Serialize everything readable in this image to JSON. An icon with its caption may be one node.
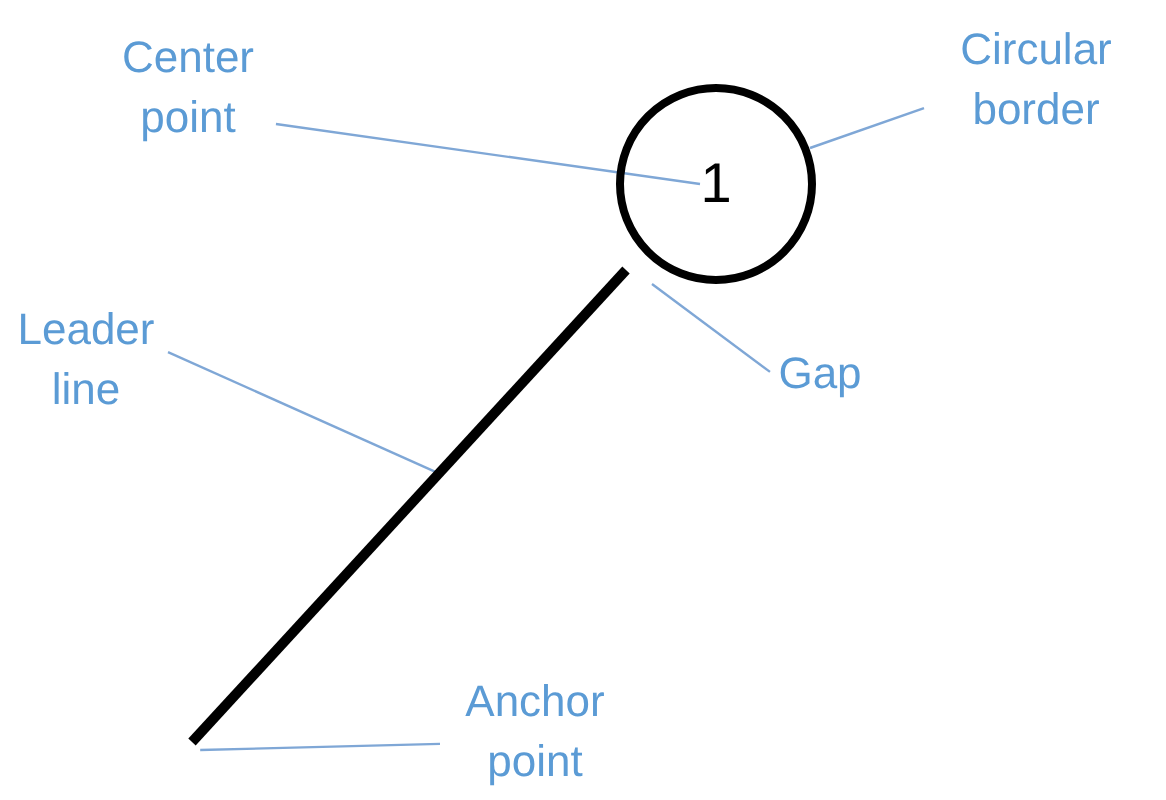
{
  "diagram": {
    "nodes": [
      {
        "text": [
          "Center point"
        ]
      },
      {
        "text": [
          "Circular border"
        ]
      },
      {
        "text": [
          "Leader line"
        ]
      },
      {
        "text": [
          "Gap"
        ]
      },
      {
        "text": [
          "Anchor point"
        ]
      },
      {
        "text": [
          "1"
        ]
      },
      {
        "text": [],
        "shape": "line"
      }
    ],
    "edges": [
      {
        "from": 0,
        "to": 5,
        "arrow": "none"
      },
      {
        "from": 1,
        "to": 5,
        "arrow": "none"
      },
      {
        "from": 2,
        "to": 6,
        "arrow": "none"
      },
      {
        "from": 3,
        "to": 5,
        "arrow": "none"
      },
      {
        "from": 4,
        "to": 6,
        "arrow": "none"
      }
    ]
  }
}
